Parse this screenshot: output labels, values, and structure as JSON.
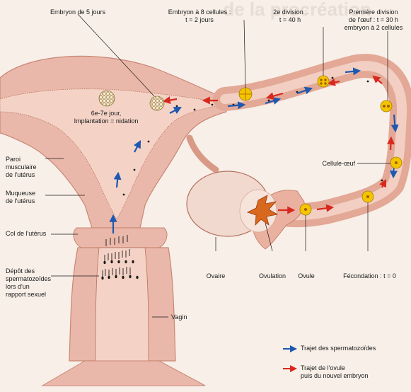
{
  "header": {
    "faint_title": "de la procréation"
  },
  "labels": {
    "embryo_5_days": "Embryon de 5 jours",
    "embryo_8_cells": "Embryon à 8 cellules :\nt = 2 jours",
    "second_division": "2e division :\nt = 40 h",
    "first_division": "Première division\nde l'œuf : t = 30 h\nembryon à 2 cellules",
    "implantation": "6e-7e jour,\nImplantation = nidation",
    "uterine_wall": "Paroi\nmusculaire\nde l'utérus",
    "uterine_mucosa": "Muqueuse\nde l'utérus",
    "cervix": "Col de l'utérus",
    "sperm_deposit": "Dépôt des\nspermatozoïdes\nlors d'un\nrapport sexuel",
    "egg_cell": "Cellule-œuf",
    "ovary": "Ovaire",
    "ovulation": "Ovulation",
    "ovule": "Ovule",
    "fertilization": "Fécondation : t = 0",
    "vagina": "Vagin"
  },
  "legend": {
    "sperm_path": {
      "label": "Trajet des spermatozoïdes",
      "color": "#1e58b0"
    },
    "ovum_path": {
      "label": "Trajet de l'ovule\npuis du nouvel embryon",
      "color": "#d8281e"
    }
  },
  "colors": {
    "tissue": "#eab8aa",
    "tissue_dark": "#cf8b7a",
    "lumen": "#f2cfc2",
    "ovary": "#f1d9cf",
    "embryo": "#f3e7b8",
    "egg": "#f5c400"
  }
}
